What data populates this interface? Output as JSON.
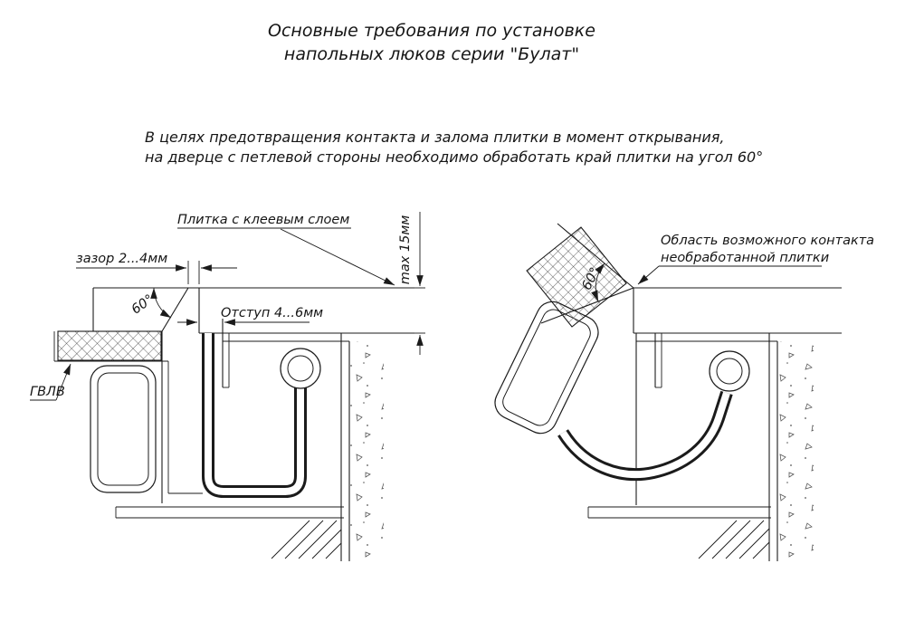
{
  "title": {
    "line1": "Основные требования по установке",
    "line2": "напольных люков серии \"Булат\""
  },
  "note": {
    "line1": "В целях предотвращения контакта и залома плитки в момент открывания,",
    "line2": "на дверце с петлевой стороны необходимо обработать край плитки на угол 60°"
  },
  "left_diagram": {
    "tile_label": "Плитка с клеевым слоем",
    "gap_label": "зазор 2...4мм",
    "angle_label": "60°",
    "offset_label": "Отступ 4...6мм",
    "max_label": "max 15мм",
    "gvl_label": "ГВЛВ"
  },
  "right_diagram": {
    "contact_line1": "Область возможного контакта",
    "contact_line2": "необработанной плитки",
    "angle_label": "60°"
  },
  "colors": {
    "ink": "#1b1b1b",
    "background": "#ffffff"
  }
}
